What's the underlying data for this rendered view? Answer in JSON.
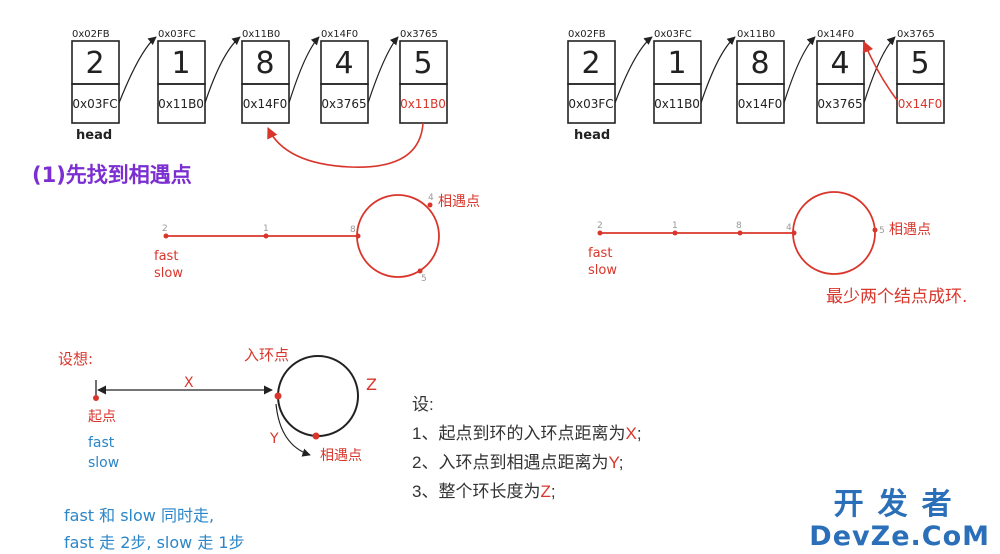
{
  "list_left": {
    "nodes": [
      {
        "addr": "0x02FB",
        "val": "2",
        "next": "0x03FC",
        "next_red": false
      },
      {
        "addr": "0x03FC",
        "val": "1",
        "next": "0x11B0",
        "next_red": false
      },
      {
        "addr": "0x11B0",
        "val": "8",
        "next": "0x14F0",
        "next_red": false
      },
      {
        "addr": "0x14F0",
        "val": "4",
        "next": "0x3765",
        "next_red": false
      },
      {
        "addr": "0x3765",
        "val": "5",
        "next": "0x11B0",
        "next_red": true
      }
    ],
    "head_label": "head"
  },
  "list_right": {
    "nodes": [
      {
        "addr": "0x02FB",
        "val": "2",
        "next": "0x03FC",
        "next_red": false
      },
      {
        "addr": "0x03FC",
        "val": "1",
        "next": "0x11B0",
        "next_red": false
      },
      {
        "addr": "0x11B0",
        "val": "8",
        "next": "0x14F0",
        "next_red": false
      },
      {
        "addr": "0x14F0",
        "val": "4",
        "next": "0x3765",
        "next_red": false
      },
      {
        "addr": "0x3765",
        "val": "5",
        "next": "0x14F0",
        "next_red": true
      }
    ],
    "head_label": "head"
  },
  "step_title": "(1)先找到相遇点",
  "ring_left": {
    "points": [
      "2",
      "1",
      "8",
      "4",
      "5"
    ],
    "meet_label": "相遇点",
    "fast": "fast",
    "slow": "slow"
  },
  "ring_right": {
    "points": [
      "2",
      "1",
      "8",
      "4",
      "5"
    ],
    "meet_label": "相遇点",
    "fast": "fast",
    "slow": "slow",
    "note": "最少两个结点成环."
  },
  "assume": {
    "title": "设想:",
    "entry_label": "入环点",
    "start_label": "起点",
    "fast": "fast",
    "slow": "slow",
    "x": "X",
    "y": "Y",
    "z": "Z",
    "meet_label": "相遇点",
    "note_line1": "fast 和 slow 同时走,",
    "note_line2": "fast 走 2步, slow 走 1步"
  },
  "legend": {
    "title": "设:",
    "line1_prefix": "1、起点到环的入环点距离为",
    "line1_var": "X",
    "line1_suffix": ";",
    "line2_prefix": "2、入环点到相遇点距离为",
    "line2_var": "Y",
    "line2_suffix": ";",
    "line3_prefix": "3、整个环长度为",
    "line3_var": "Z",
    "line3_suffix": ";"
  },
  "logo": {
    "cn": "开发者",
    "en": "DevZe.CoM"
  },
  "colors": {
    "red": "#d9362b",
    "purple": "#7b2fd0",
    "blue": "#2a86c8",
    "ink": "#222222",
    "logo": "#2a6fb8"
  }
}
